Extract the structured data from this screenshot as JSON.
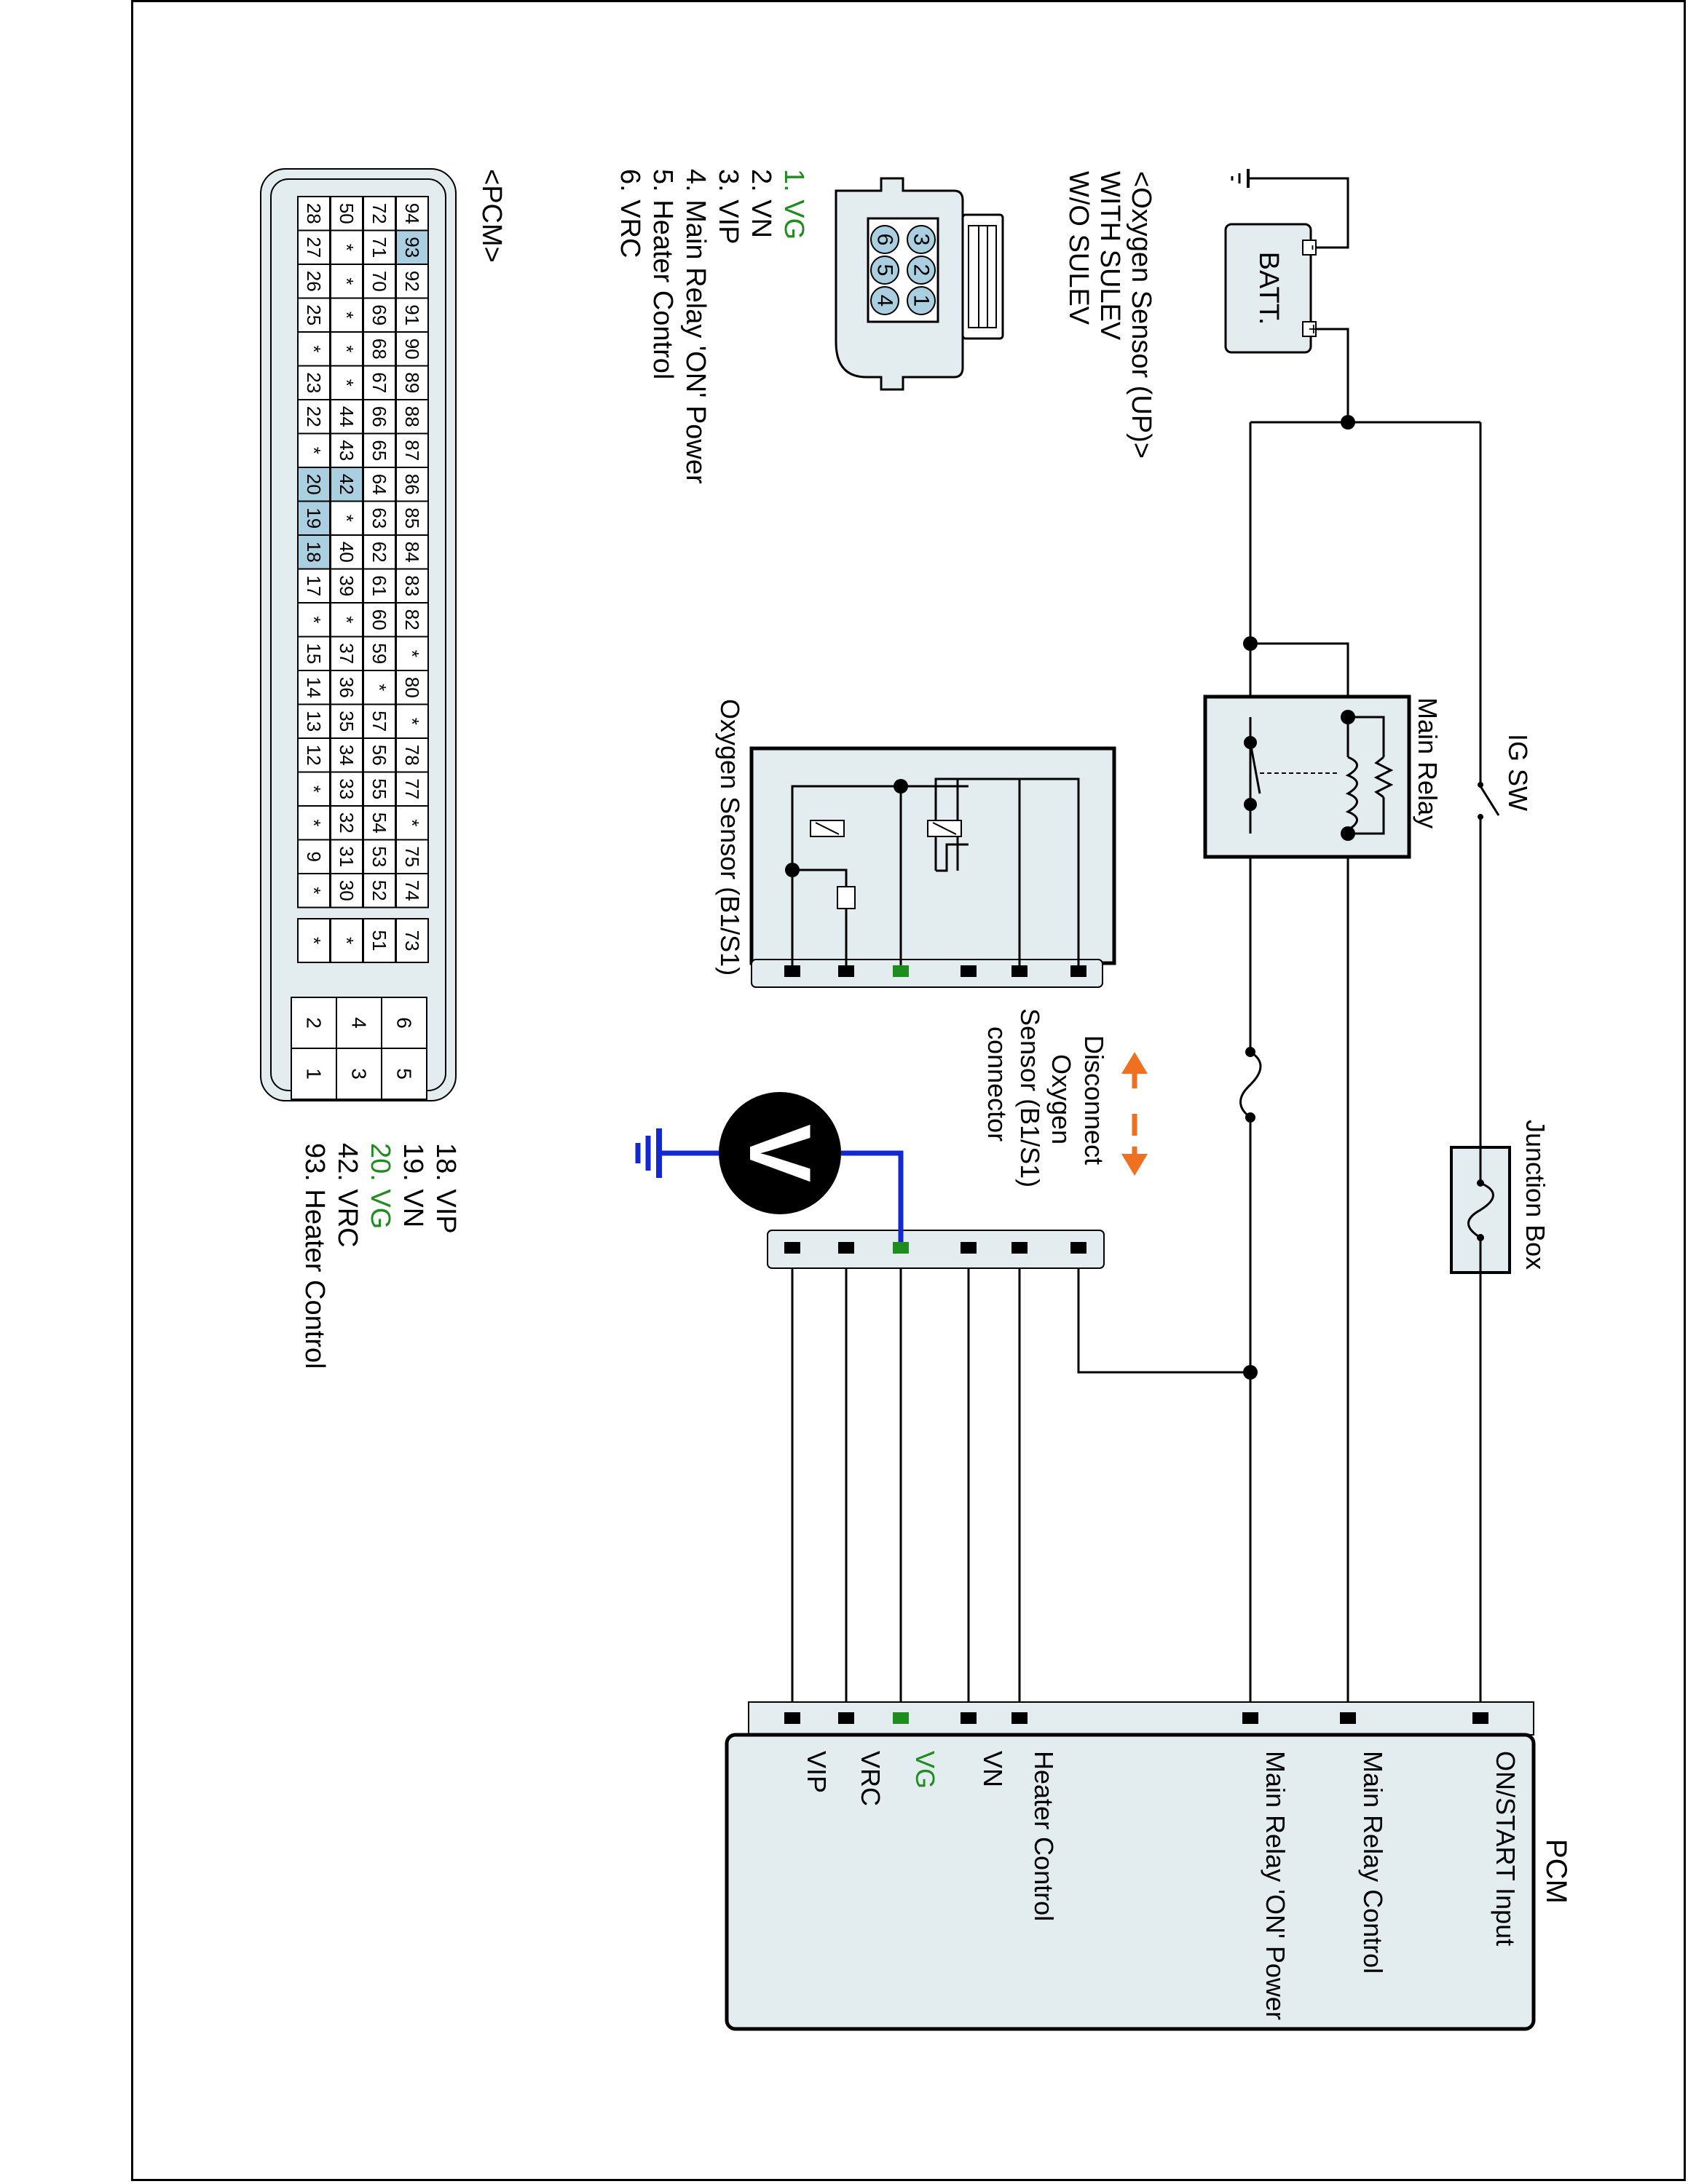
{
  "colors": {
    "box_fill": "#e3ecee",
    "wire": "#000000",
    "meter_wire": "#1428d2",
    "highlight_green": "#1e8c1e",
    "arrow": "#f07022",
    "pin_highlight": "#a9cfe0"
  },
  "battery": {
    "label": "BATT.",
    "minus": "-",
    "plus": "+"
  },
  "ig_switch": {
    "label": "IG SW"
  },
  "junction_box": {
    "label": "Junction Box"
  },
  "main_relay": {
    "label": "Main Relay"
  },
  "oxygen_sensor": {
    "label": "Oxygen Sensor (B1/S1)"
  },
  "disconnect_note": {
    "lines": [
      "Disconnect",
      "Oxygen",
      "Sensor (B1/S1)",
      "connector"
    ]
  },
  "voltmeter": {
    "symbol": "V"
  },
  "pcm": {
    "title": "PCM",
    "terminals": [
      "ON/START Input",
      "Main Relay Control",
      "Main Relay 'ON' Power",
      "Heater Control",
      "VN",
      "VG",
      "VRC",
      "VIP"
    ]
  },
  "connector_legend": {
    "title_lines": [
      "<Oxygen Sensor (UP)>",
      "WITH SULEV",
      "W/O SULEV"
    ],
    "pins": [
      "1. VG",
      "2. VN",
      "3. VIP",
      "4. Main Relay  'ON' Power",
      "5. Heater Control",
      "6. VRC"
    ],
    "connector_pins": [
      "1",
      "2",
      "3",
      "4",
      "5",
      "6"
    ]
  },
  "pcm_connector": {
    "title": "<PCM>",
    "rows": [
      [
        "94",
        "93",
        "92",
        "91",
        "90",
        "89",
        "88",
        "87",
        "86",
        "85",
        "84",
        "83",
        "82",
        "*",
        "80",
        "*",
        "78",
        "77",
        "*",
        "75",
        "74"
      ],
      [
        "72",
        "71",
        "70",
        "69",
        "68",
        "67",
        "66",
        "65",
        "64",
        "63",
        "62",
        "61",
        "60",
        "59",
        "*",
        "57",
        "56",
        "55",
        "54",
        "53",
        "52"
      ],
      [
        "50",
        "*",
        "*",
        "*",
        "*",
        "*",
        "44",
        "43",
        "42",
        "*",
        "40",
        "39",
        "*",
        "37",
        "36",
        "35",
        "34",
        "33",
        "32",
        "31",
        "30"
      ],
      [
        "28",
        "27",
        "26",
        "25",
        "*",
        "23",
        "22",
        "*",
        "20",
        "19",
        "18",
        "17",
        "*",
        "15",
        "14",
        "13",
        "12",
        "*",
        "*",
        "9",
        "*"
      ]
    ],
    "side_block": [
      "73",
      "51",
      "*",
      "*"
    ],
    "big_pins": [
      "6",
      "5",
      "4",
      "3",
      "2",
      "1"
    ],
    "pins": [
      "18. VIP",
      "19. VN",
      "20. VG",
      "42. VRC",
      "93. Heater Control"
    ]
  }
}
